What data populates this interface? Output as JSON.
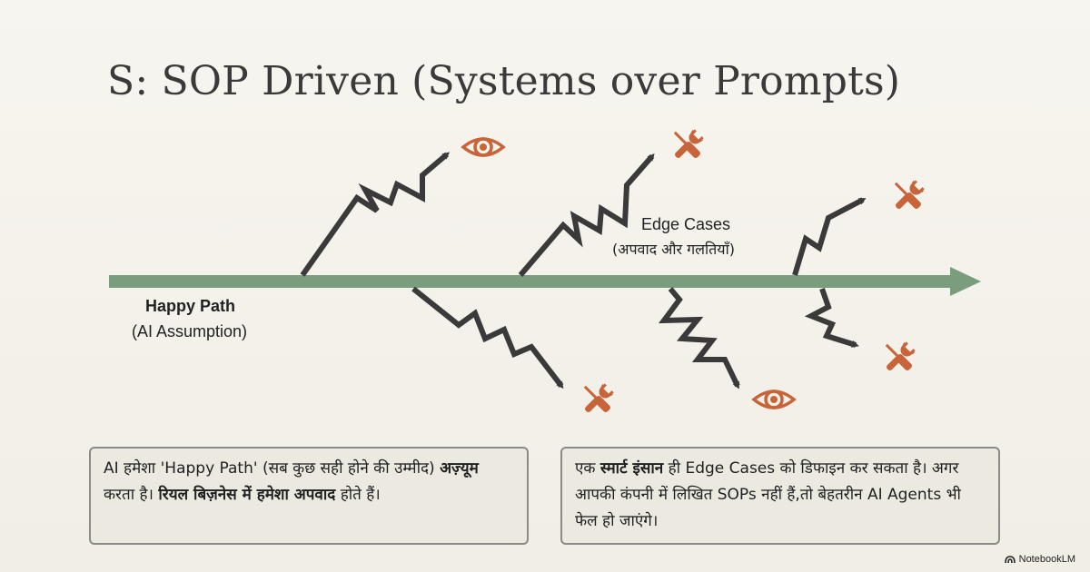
{
  "title": "S: SOP Driven (Systems over Prompts)",
  "happy_path": {
    "label": "Happy Path",
    "sub": "(AI Assumption)"
  },
  "edge_cases": {
    "label": "Edge Cases",
    "sub": "(अपवाद और गलतियाँ)"
  },
  "icons": [
    "eye-icon",
    "wrench-screwdriver-icon",
    "wrench-screwdriver-icon",
    "wrench-screwdriver-icon",
    "eye-icon",
    "wrench-screwdriver-icon"
  ],
  "colors": {
    "main_arrow": "#7a9d7e",
    "branch": "#3a3a3a",
    "icon": "#c8643a"
  },
  "box_left": {
    "p1": "AI हमेशा 'Happy Path' (सब कुछ सही होने की उम्मीद) ",
    "b1": "अज़्यूम",
    "p2": " करता है। ",
    "b2": "रियल बिज़नेस में हमेशा अपवाद",
    "p3": " होते हैं।"
  },
  "box_right": {
    "p1": "एक ",
    "b1": "स्मार्ट इंसान",
    "p2": " ही Edge Cases को डिफाइन कर सकता है। अगर आपकी कंपनी में लिखित SOPs नहीं हैं,तो बेहतरीन AI Agents भी फेल हो जाएंगे।"
  },
  "brand": "NotebookLM"
}
